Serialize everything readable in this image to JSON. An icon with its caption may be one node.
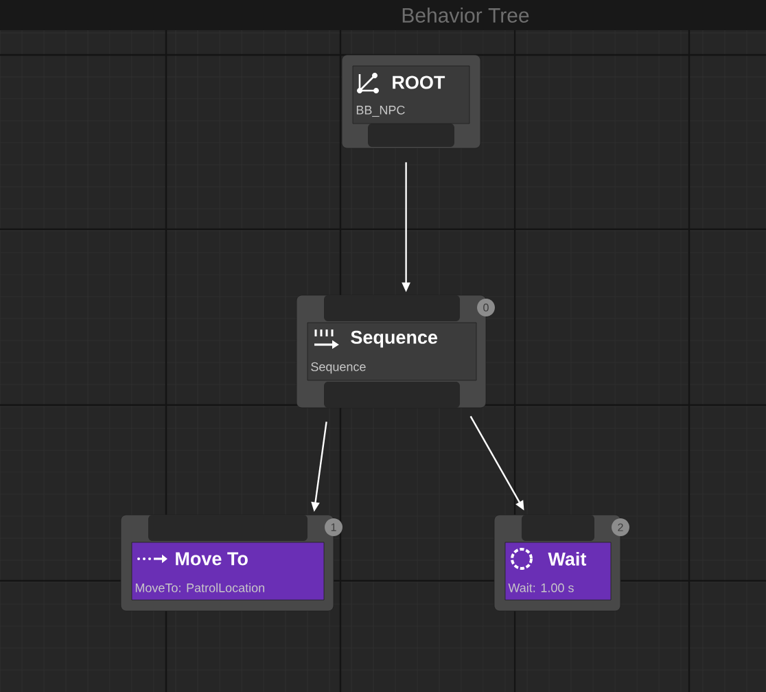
{
  "diagram": {
    "title": "Behavior Tree",
    "nodes": [
      {
        "text": [
          "ROOT",
          "BB_NPC"
        ]
      },
      {
        "text": [
          "Sequence",
          "Sequence"
        ],
        "beside": [
          "0"
        ]
      },
      {
        "text": [
          "Move To",
          "MoveTo: PatrolLocation"
        ],
        "beside": [
          "1"
        ]
      },
      {
        "text": [
          "Wait",
          "Wait: 1.00 s"
        ],
        "beside": [
          "2"
        ]
      }
    ],
    "edges": [
      {
        "from": 0,
        "to": 1,
        "arrow": "to"
      },
      {
        "from": 1,
        "to": 2,
        "arrow": "to"
      },
      {
        "from": 1,
        "to": 3,
        "arrow": "to"
      }
    ]
  }
}
